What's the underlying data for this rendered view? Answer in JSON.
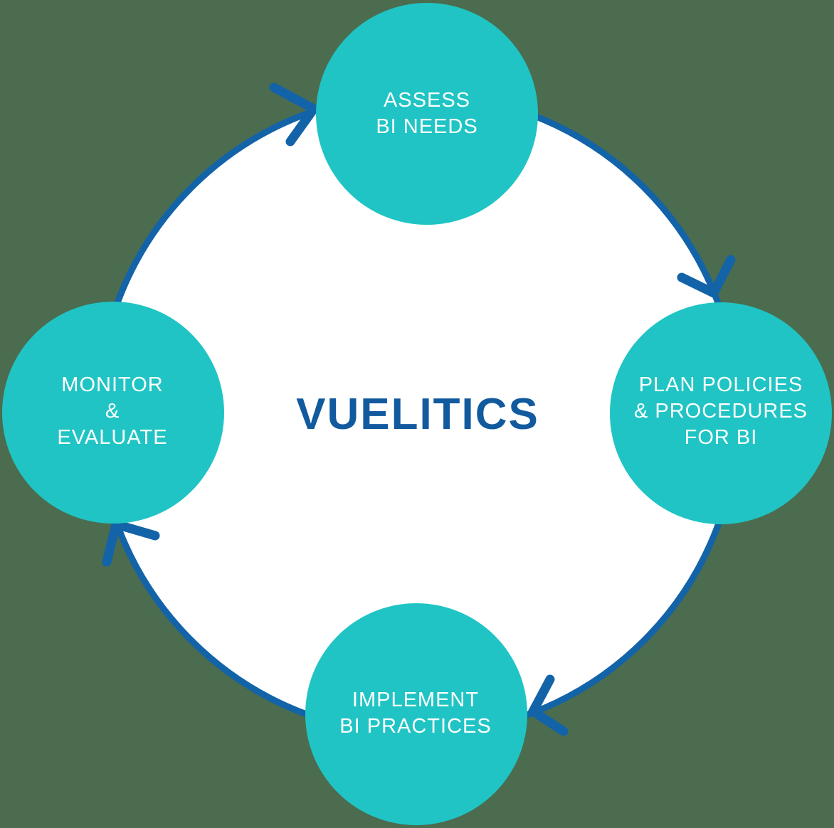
{
  "diagram": {
    "type": "cycle",
    "flow_direction": "clockwise",
    "center_label": "VUELITICS",
    "colors": {
      "background": "#4B6C4E",
      "node_fill": "#20C4C4",
      "ring_stroke": "#1363A8",
      "arrow": "#1363A8",
      "center_text": "#125A9E",
      "node_text": "#FFFFFF",
      "ring_fill": "#FFFFFF"
    },
    "nodes": [
      {
        "id": "assess-bi-needs",
        "position": "top",
        "lines": [
          "ASSESS",
          "BI NEEDS"
        ]
      },
      {
        "id": "plan-policies-for-bi",
        "position": "right",
        "lines": [
          "PLAN POLICIES",
          "& PROCEDURES",
          "FOR BI"
        ]
      },
      {
        "id": "implement-bi-practices",
        "position": "bottom",
        "lines": [
          "IMPLEMENT",
          "BI PRACTICES"
        ]
      },
      {
        "id": "monitor-and-evaluate",
        "position": "left",
        "lines": [
          "MONITOR",
          "&",
          "EVALUATE"
        ]
      }
    ]
  }
}
